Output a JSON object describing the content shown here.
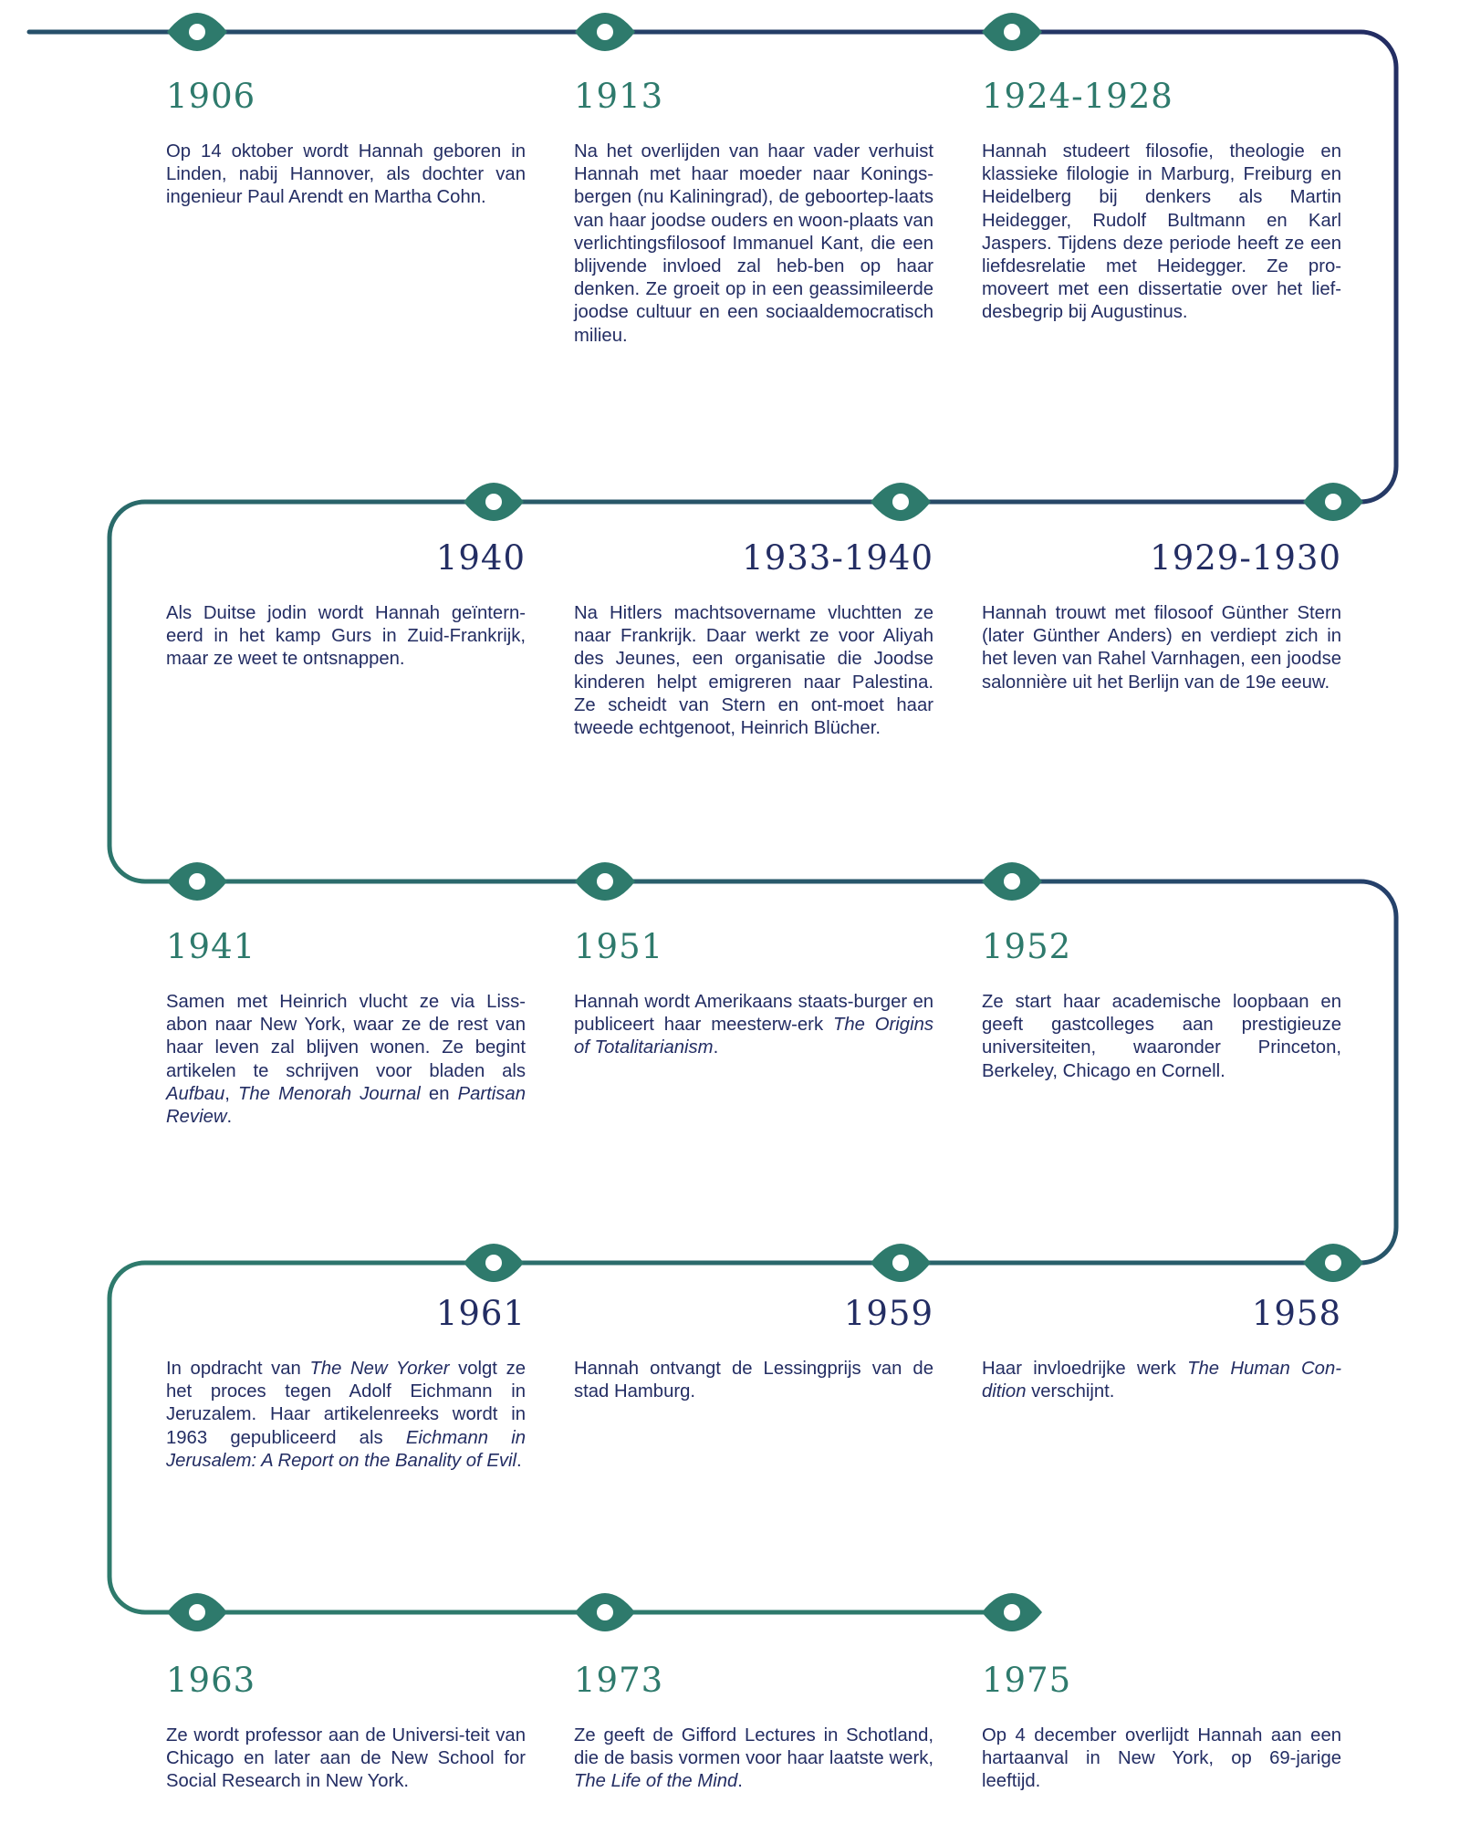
{
  "colors": {
    "navy": "#232d63",
    "teal": "#2e7a6c",
    "marker_fill": "#2e7a6c",
    "marker_dot": "#ffffff"
  },
  "events": [
    {
      "year": "1906",
      "text": [
        {
          "t": "Op 14 oktober wordt Hannah geboren in Linden, nabij Hannover, als dochter van ingenieur Paul Arendt en Martha Cohn."
        }
      ]
    },
    {
      "year": "1913",
      "text": [
        {
          "t": "Na het overlijden van haar vader verhuist Hannah met haar moeder naar Konings-bergen (nu Kaliningrad), de geboortep-laats van haar joodse ouders en woon-plaats van verlichtingsfilosoof Immanuel Kant, die een blijvende invloed zal heb-ben op haar denken. Ze groeit op in een geassimileerde joodse cultuur en een sociaaldemocratisch milieu."
        }
      ]
    },
    {
      "year": "1924-1928",
      "text": [
        {
          "t": "Hannah studeert filosofie, theologie en klassieke filologie in Marburg, Freiburg en Heidelberg bij denkers als Martin Heidegger, Rudolf Bultmann en Karl Jaspers. Tijdens deze periode heeft ze een liefdesrelatie met Heidegger. Ze pro-moveert met een dissertatie over het lief-desbegrip bij Augustinus."
        }
      ]
    },
    {
      "year": "1929-1930",
      "text": [
        {
          "t": "Hannah trouwt met filosoof Günther Stern (later Günther Anders) en verdiept zich in het leven van Rahel Varnhagen, een joodse salonnière uit het Berlijn van de 19e eeuw."
        }
      ]
    },
    {
      "year": "1933-1940",
      "text": [
        {
          "t": "Na Hitlers machtsovername vluchtten ze naar Frankrijk. Daar werkt ze voor Aliyah des Jeunes, een organisatie die Joodse kinderen helpt emigreren naar Palestina. Ze scheidt van Stern en ont-moet haar tweede echtgenoot, Heinrich Blücher."
        }
      ]
    },
    {
      "year": "1940",
      "text": [
        {
          "t": "Als Duitse jodin wordt Hannah geïntern-eerd in het kamp Gurs in Zuid-Frankrijk, maar ze weet te ontsnappen."
        }
      ]
    },
    {
      "year": "1941",
      "text": [
        {
          "t": "Samen met Heinrich vlucht ze via Liss-abon naar New York, waar ze de rest van haar leven zal blijven wonen. Ze begint artikelen te schrijven voor bladen als "
        },
        {
          "t": "Aufbau",
          "i": true
        },
        {
          "t": ", "
        },
        {
          "t": "The Menorah Journal",
          "i": true
        },
        {
          "t": " en "
        },
        {
          "t": "Partisan Review",
          "i": true
        },
        {
          "t": "."
        }
      ]
    },
    {
      "year": "1951",
      "text": [
        {
          "t": "Hannah wordt Amerikaans staats-burger en publiceert haar meesterw-erk "
        },
        {
          "t": "The Origins of Totalitarianism",
          "i": true
        },
        {
          "t": "."
        }
      ]
    },
    {
      "year": "1952",
      "text": [
        {
          "t": "Ze start haar academische loopbaan en geeft gastcolleges aan prestigieuze universiteiten, waaronder Princeton, Berkeley, Chicago en Cornell."
        }
      ]
    },
    {
      "year": "1958",
      "text": [
        {
          "t": "Haar invloedrijke werk "
        },
        {
          "t": "The Human Con-dition",
          "i": true
        },
        {
          "t": " verschijnt."
        }
      ]
    },
    {
      "year": "1959",
      "text": [
        {
          "t": "Hannah ontvangt de Lessingprijs van de stad Hamburg."
        }
      ]
    },
    {
      "year": "1961",
      "text": [
        {
          "t": "In opdracht van "
        },
        {
          "t": "The New Yorker",
          "i": true
        },
        {
          "t": " volgt ze het proces tegen Adolf Eichmann in Jeruzalem. Haar artikelenreeks wordt in 1963 gepubliceerd als "
        },
        {
          "t": "Eichmann in Jerusalem: A Report on the Banality of Evil",
          "i": true
        },
        {
          "t": "."
        }
      ]
    },
    {
      "year": "1963",
      "text": [
        {
          "t": "Ze wordt professor aan de Universi-teit van Chicago en later aan de New School for Social Research in New York."
        }
      ]
    },
    {
      "year": "1973",
      "text": [
        {
          "t": "Ze geeft de Gifford Lectures in Schotland, die de basis vormen voor haar laatste werk, "
        },
        {
          "t": "The Life of the Mind",
          "i": true
        },
        {
          "t": "."
        }
      ]
    },
    {
      "year": "1975",
      "text": [
        {
          "t": "Op 4 december overlijdt Hannah aan een hartaanval in New York, op 69-jarige leeftijd."
        }
      ]
    }
  ]
}
